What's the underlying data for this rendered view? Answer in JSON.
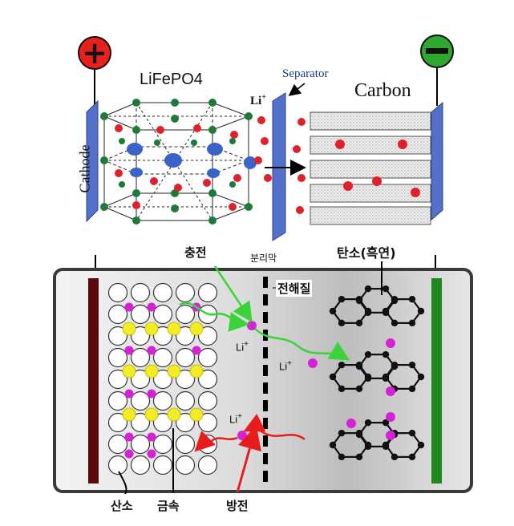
{
  "top_diagram": {
    "positive_terminal": "+",
    "negative_terminal": "−",
    "cathode_material": "LiFePO4",
    "anode_material": "Carbon",
    "separator_label": "Separator",
    "cathode_label": "Cathode",
    "ion_label": "Li",
    "ion_charge": "+"
  },
  "bottom_diagram": {
    "charge_label": "충전",
    "separator_label": "분리막",
    "anode_label": "탄소(흑연)",
    "electrolyte_label": "전해질",
    "ion_labels": [
      {
        "text": "Li",
        "charge": "+"
      },
      {
        "text": "Li",
        "charge": "+"
      },
      {
        "text": "Li",
        "charge": "+"
      }
    ],
    "oxygen_label": "산소",
    "metal_label": "금속",
    "discharge_label": "방전"
  },
  "colors": {
    "positive": "#e8201c",
    "negative": "#2fa82f",
    "cathode_plate": "#5570c8",
    "fe_atom": "#3a62c9",
    "li_ion": "#e0202c",
    "o_atom": "#1f7a3a",
    "casing": "#e2e2e2",
    "left_electrode": "#5a0a0a",
    "right_electrode": "#1e8a1e",
    "metal": "#f2ec24",
    "ion_pink": "#d622d6",
    "charge_arrow": "#3ad43a",
    "discharge_arrow": "#e81c1c"
  }
}
